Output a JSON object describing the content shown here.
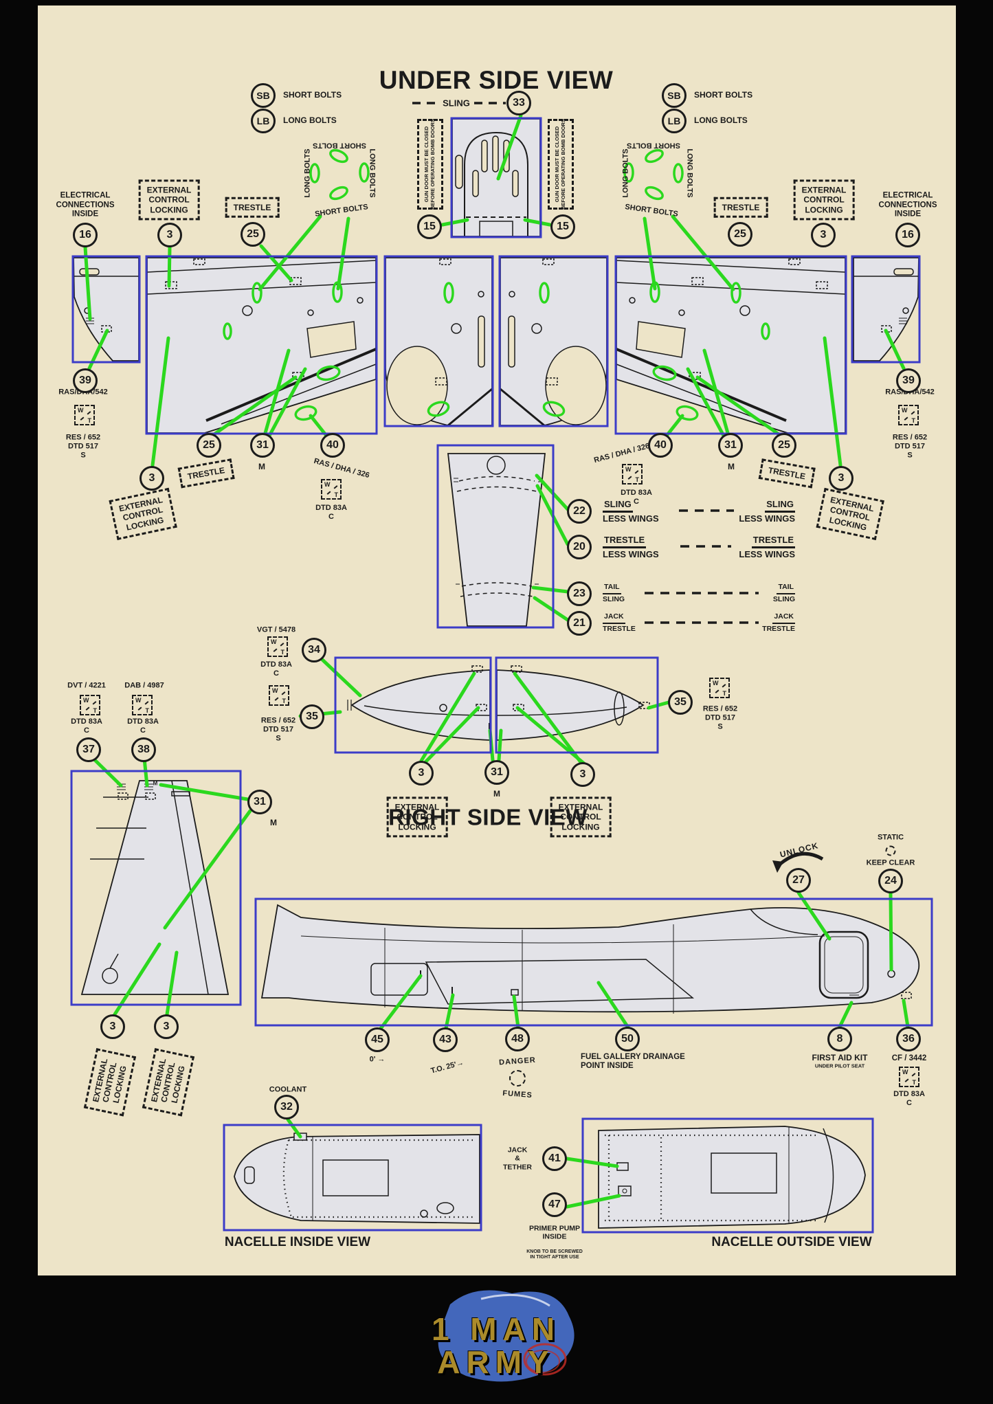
{
  "titles": {
    "underside": "UNDER SIDE VIEW",
    "rightside": "RIGHT SIDE VIEW"
  },
  "captions": {
    "nacelle_inside": "NACELLE INSIDE VIEW",
    "nacelle_outside": "NACELLE OUTSIDE VIEW"
  },
  "legend": {
    "sb": "SB",
    "sb_label": "SHORT BOLTS",
    "lb": "LB",
    "lb_label": "LONG BOLTS"
  },
  "bolts": {
    "short": "SHORT BOLTS",
    "long": "LONG BOLTS"
  },
  "nums": {
    "n3": "3",
    "n8": "8",
    "n15": "15",
    "n16": "16",
    "n20": "20",
    "n21": "21",
    "n22": "22",
    "n23": "23",
    "n24": "24",
    "n25": "25",
    "n27": "27",
    "n31": "31",
    "n32": "32",
    "n33": "33",
    "n34": "34",
    "n35": "35",
    "n36": "36",
    "n37": "37",
    "n38": "38",
    "n39": "39",
    "n40": "40",
    "n41": "41",
    "n43": "43",
    "n45": "45",
    "n47": "47",
    "n48": "48",
    "n50": "50"
  },
  "labels": {
    "sling": "SLING",
    "gun_door": "GUN DOOR MUST BE CLOSED\nBEFORE OPERATING BOMB DOORS",
    "electrical": "ELECTRICAL\nCONNECTIONS\nINSIDE",
    "ext_lock": "EXTERNAL\nCONTROL\nLOCKING",
    "trestle": "TRESTLE",
    "m": "M",
    "w": "W",
    "t": "T",
    "ras542": "RAS/DHA/542",
    "res_stack": "RES / 652\nDTD 517\nS",
    "ras326": "RAS / DHA / 326",
    "dtd_stack": "DTD 83A\nC",
    "vgt5478": "VGT / 5478",
    "dvt4221": "DVT / 4221",
    "dab4987": "DAB / 4987",
    "cf3442": "CF / 3442",
    "unlock": "UNLOCK",
    "static": "STATIC",
    "keep_clear": "KEEP CLEAR",
    "zero_datum": "0' →",
    "to_25": "T.O. 25'→",
    "danger": "DANGER",
    "fumes": "FUMES",
    "fuel_gallery": "FUEL GALLERY DRAINAGE\nPOINT INSIDE",
    "first_aid": "FIRST AID KIT",
    "under_pilot_seat": "UNDER PILOT SEAT",
    "coolant": "COOLANT",
    "jack_tether": "JACK\n&\nTETHER",
    "primer_pump": "PRIMER PUMP\nINSIDE",
    "knob_note": "KNOB TO BE SCREWED\nIN TIGHT AFTER USE"
  },
  "table": {
    "rows": [
      {
        "num": "22",
        "top": "SLING",
        "bottom": "LESS WINGS"
      },
      {
        "num": "20",
        "top": "TRESTLE",
        "bottom": "LESS WINGS"
      },
      {
        "num": "23",
        "top": "TAIL",
        "bottom": "SLING"
      },
      {
        "num": "21",
        "top": "JACK",
        "bottom": "TRESTLE"
      }
    ]
  },
  "brand": {
    "line1": "1 MAN",
    "line2": "ARMY"
  }
}
